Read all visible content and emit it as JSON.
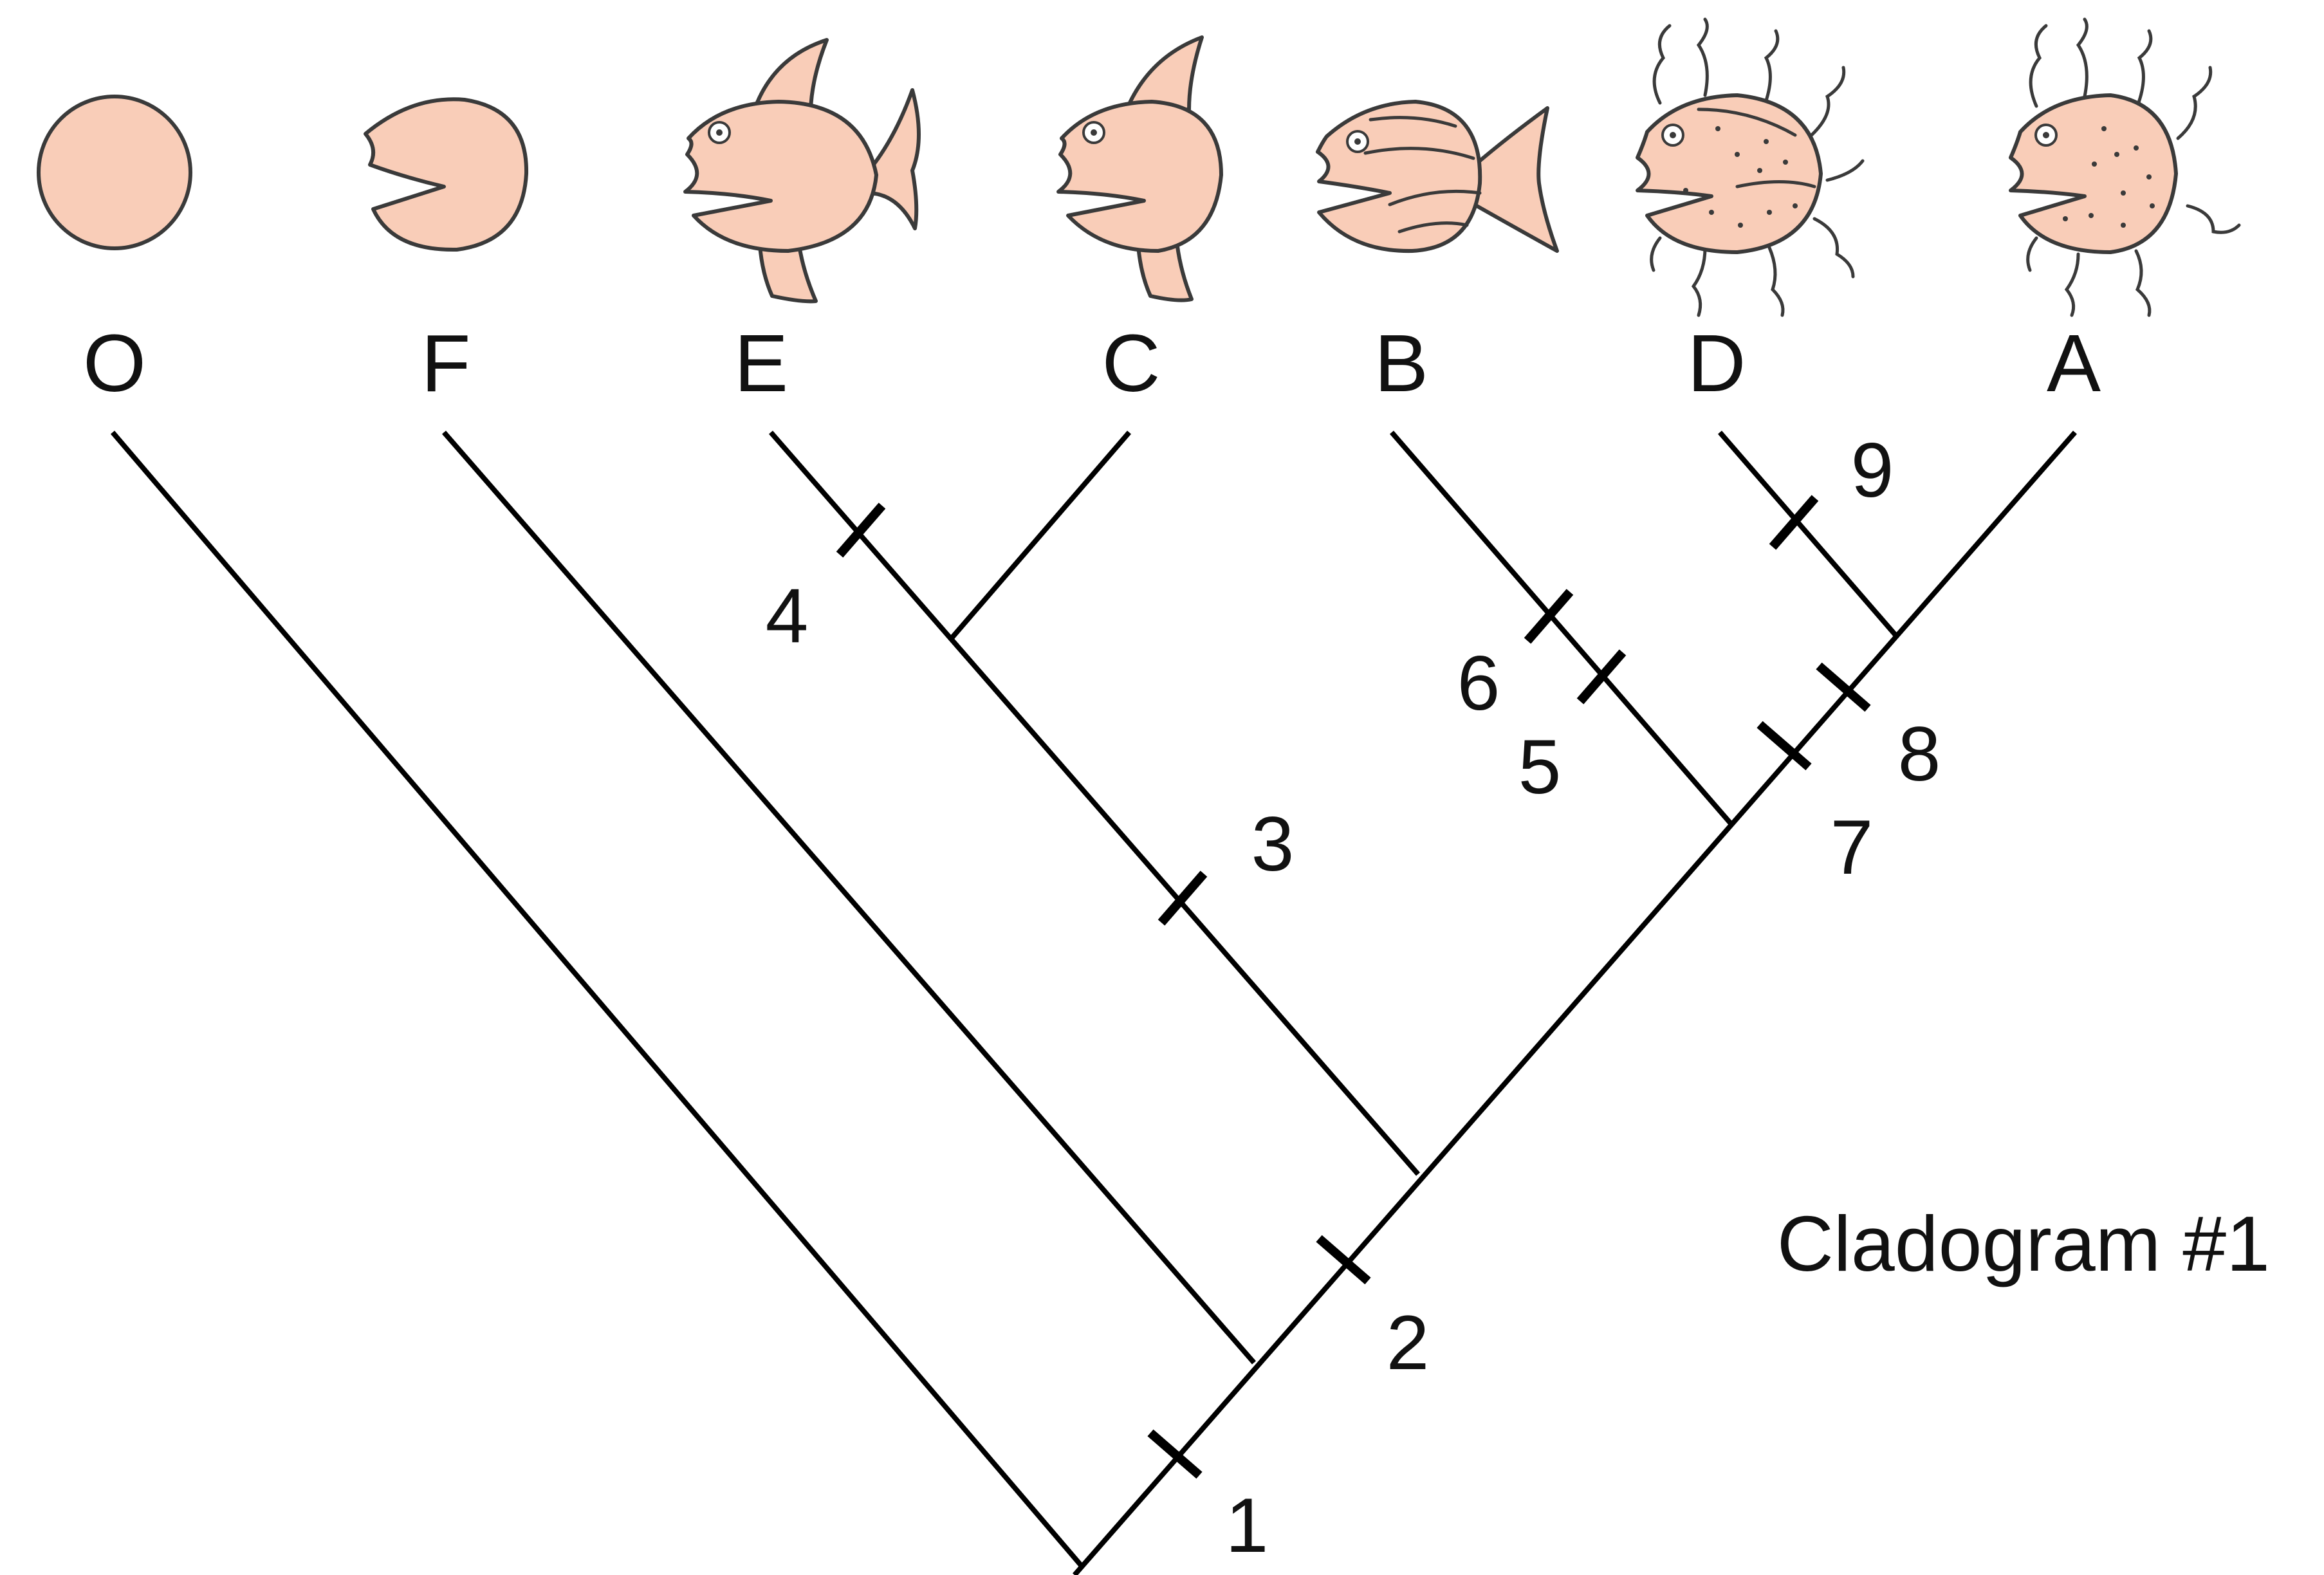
{
  "diagram": {
    "title": "Cladogram #1",
    "taxa": [
      {
        "label": "O",
        "icon": "circle-organism-icon"
      },
      {
        "label": "F",
        "icon": "mouth-organism-icon"
      },
      {
        "label": "E",
        "icon": "finned-fish-icon"
      },
      {
        "label": "C",
        "icon": "fin-mouth-organism-icon"
      },
      {
        "label": "B",
        "icon": "striped-fish-icon"
      },
      {
        "label": "D",
        "icon": "striped-tentacled-organism-icon"
      },
      {
        "label": "A",
        "icon": "spotted-tentacled-organism-icon"
      }
    ],
    "traits": [
      "1",
      "2",
      "3",
      "4",
      "5",
      "6",
      "7",
      "8",
      "9"
    ],
    "colors": {
      "organism_fill": "#f9cdb8",
      "line": "#000000"
    }
  }
}
